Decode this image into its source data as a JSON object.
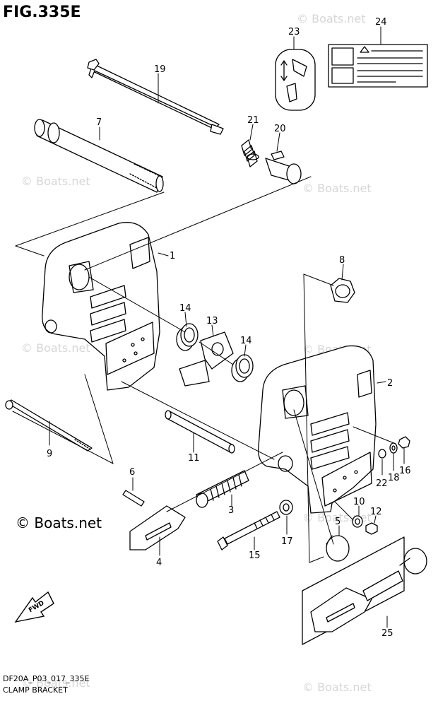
{
  "figure": {
    "title": "FIG.335E",
    "code": "DF20A_P03_017_335E",
    "caption": "CLAMP BRACKET"
  },
  "watermark": {
    "text": "© Boats.net",
    "main_text": "© Boats.net"
  },
  "callouts": {
    "p1": "1",
    "p2": "2",
    "p3": "3",
    "p4": "4",
    "p5": "5",
    "p6": "6",
    "p7": "7",
    "p8": "8",
    "p9": "9",
    "p10": "10",
    "p11": "11",
    "p12": "12",
    "p13": "13",
    "p14a": "14",
    "p14b": "14",
    "p15": "15",
    "p16": "16",
    "p17": "17",
    "p18": "18",
    "p19": "19",
    "p20": "20",
    "p21": "21",
    "p22": "22",
    "p23": "23",
    "p24": "24",
    "p25": "25"
  },
  "fwd": {
    "text": "FWD"
  },
  "colors": {
    "line": "#000000",
    "watermark": "#d6d6d6",
    "background": "#ffffff"
  }
}
